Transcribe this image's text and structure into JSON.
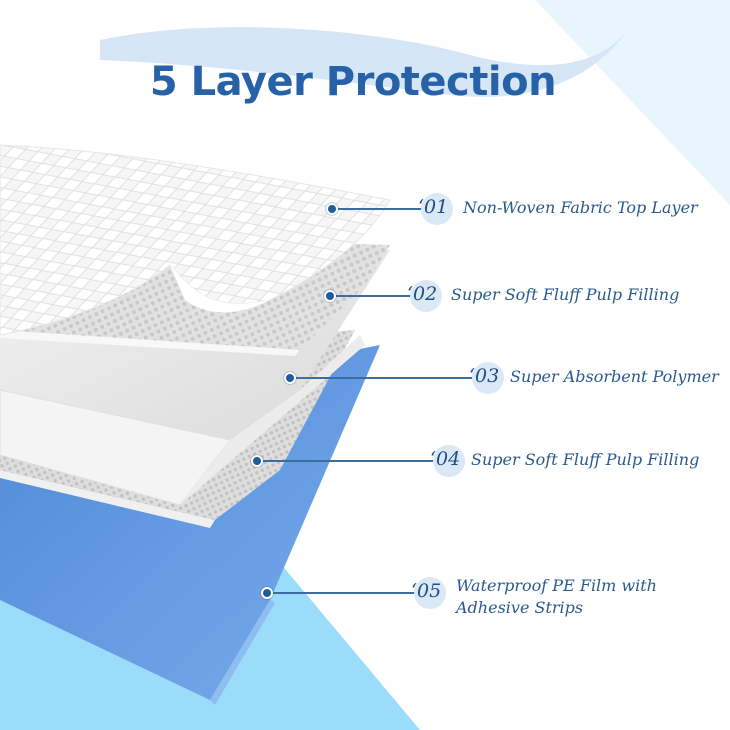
{
  "title": "5 Layer Protection",
  "colors": {
    "title": "#2762a8",
    "text": "#2a5a8c",
    "badge_bg": "#dbe8f6",
    "film_blue": "#6a9fe0",
    "sky_blue": "#9bdcfb",
    "pale_blue": "#e8f5fd",
    "swoosh": "#d6e6f7"
  },
  "layers": [
    {
      "number": "‘01",
      "label": "Non-Woven Fabric Top Layer"
    },
    {
      "number": "‘02",
      "label": "Super Soft Fluff Pulp Filling"
    },
    {
      "number": "‘03",
      "label": "Super Absorbent Polymer"
    },
    {
      "number": "‘04",
      "label": "Super Soft Fluff Pulp Filling"
    },
    {
      "number": "‘05",
      "label_line1": "Waterproof PE Film with",
      "label_line2": "Adhesive Strips"
    }
  ]
}
